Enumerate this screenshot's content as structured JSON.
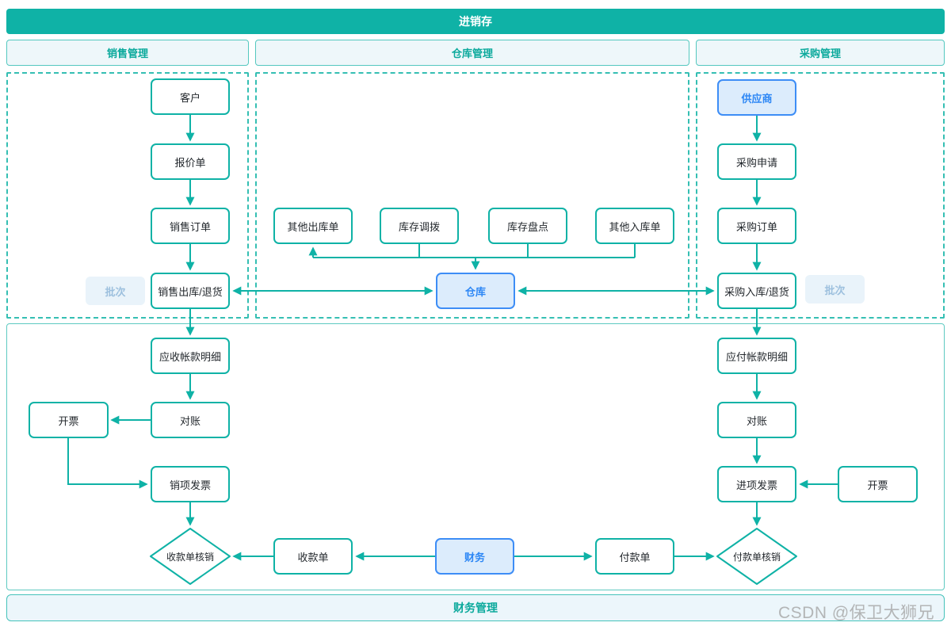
{
  "title": "进销存",
  "lanes": {
    "sales": "销售管理",
    "warehouse": "仓库管理",
    "purchase": "采购管理",
    "finance": "财务管理"
  },
  "nodes": {
    "customer": "客户",
    "quotation": "报价单",
    "sales_order": "销售订单",
    "sales_outbound": "销售出库/退货",
    "other_outbound": "其他出库单",
    "inventory_transfer": "库存调拨",
    "inventory_count": "库存盘点",
    "other_inbound": "其他入库单",
    "warehouse": "仓库",
    "supplier": "供应商",
    "purchase_request": "采购申请",
    "purchase_order": "采购订单",
    "purchase_inbound": "采购入库/退货",
    "ar_detail": "应收帐款明细",
    "reconcile_left": "对账",
    "invoice_left": "开票",
    "sales_invoice": "销项发票",
    "receipt_writeoff": "收款单核销",
    "receipt": "收款单",
    "finance": "财务",
    "payment": "付款单",
    "payment_writeoff": "付款单核销",
    "ap_detail": "应付帐款明细",
    "reconcile_right": "对账",
    "input_invoice": "进项发票",
    "invoice_right": "开票",
    "batch": "批次"
  },
  "watermark": "CSDN @保卫大狮兄",
  "colors": {
    "teal": "#0fb2a6",
    "teal_text": "#0ba99c",
    "blue_border": "#3d8df6",
    "blue_fill": "#dcecfc",
    "blue_text": "#2d87f5",
    "batch_fill": "#e9f3fa",
    "batch_text": "#9dc0de",
    "header_fill": "#eef7fa",
    "footer_fill": "#ecf6fb"
  }
}
